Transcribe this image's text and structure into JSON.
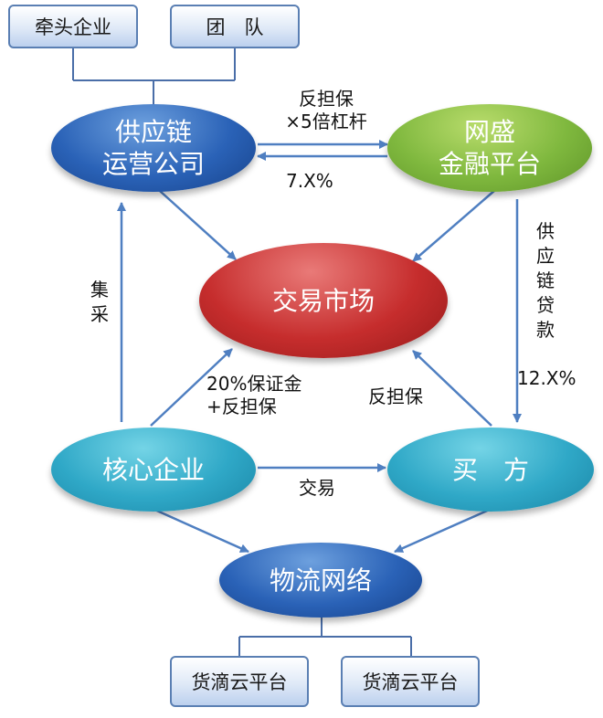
{
  "top_boxes": {
    "left": "牵头企业",
    "right": "团　队"
  },
  "nodes": {
    "supply_chain": "供应链\n运营公司",
    "wangsheng": "网盛\n金融平台",
    "market": "交易市场",
    "core": "核心企业",
    "buyer": "买　方",
    "logistics": "物流网络"
  },
  "bottom_boxes": {
    "left": "货滴云平台",
    "right": "货滴云平台"
  },
  "labels": {
    "guarantee_leverage": "反担保\n×5倍杠杆",
    "rate_7": "7.X%",
    "collect": "集采",
    "supply_loan": "供应链贷款",
    "rate_12": "12.X%",
    "margin": "20%保证金\n+反担保",
    "counter_guarantee": "反担保",
    "trade": "交易"
  },
  "colors": {
    "arrow": "#4f7fc1",
    "connector": "#4a6ea8",
    "blue_node": "#2a62b7",
    "green_node": "#7fb83e",
    "red_node": "#c62d2d",
    "cyan_node": "#2fa8c7"
  }
}
